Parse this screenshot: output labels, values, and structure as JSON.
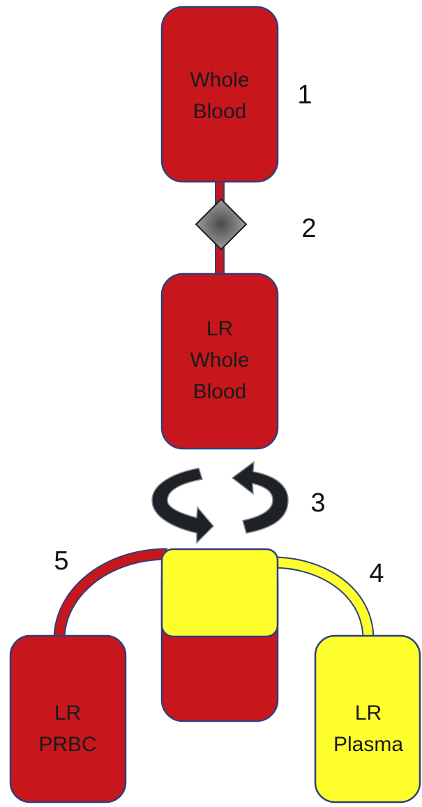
{
  "colors": {
    "red": "#c8161d",
    "yellow": "#ffff2e",
    "outline": "#2f3f7a",
    "valve": "#7a7a7a",
    "arrow": "#1e2226"
  },
  "bags": {
    "whole_blood": {
      "line1": "Whole",
      "line2": "Blood"
    },
    "lr_whole_blood": {
      "line1": "LR",
      "line2": "Whole",
      "line3": "Blood"
    },
    "lr_prbc": {
      "line1": "LR",
      "line2": "PRBC"
    },
    "lr_plasma": {
      "line1": "LR",
      "line2": "Plasma"
    }
  },
  "steps": {
    "s1": "1",
    "s2": "2",
    "s3": "3",
    "s4": "4",
    "s5": "5"
  }
}
